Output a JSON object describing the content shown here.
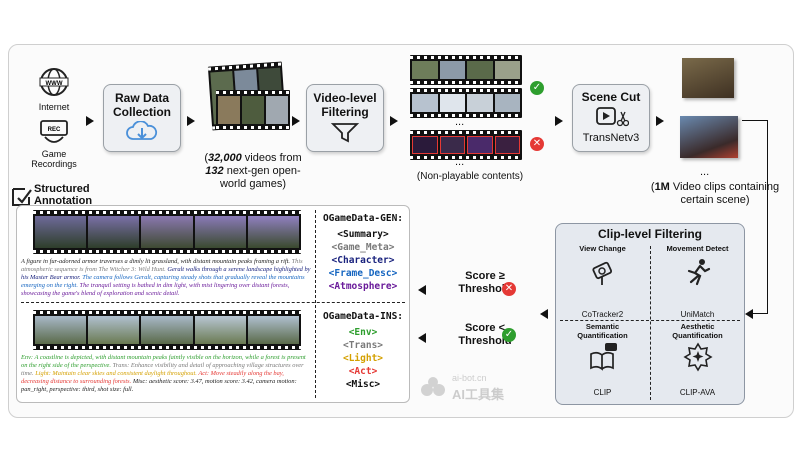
{
  "sources": {
    "internet_label": "Internet",
    "recordings_label": "Game\nRecordings"
  },
  "raw_data": {
    "label": "Raw Data\nCollection"
  },
  "video_stats": {
    "count": "32,000",
    "text_a": " videos from",
    "games": "132",
    "text_b": " next-gen open-\nworld games)"
  },
  "video_filtering": {
    "label": "Video-level\nFiltering"
  },
  "non_playable": "(Non-playable contents)",
  "ellipsis": "...",
  "scene_cut": {
    "label": "Scene Cut",
    "model": "TransNetv3"
  },
  "clip_stats": {
    "count": "1M",
    "text": " Video clips containing\ncertain scene)"
  },
  "structured_annotation": {
    "label": "Structured\nAnnotation"
  },
  "gen": {
    "title": "OGameData-GEN:",
    "tags": [
      "<Summary>",
      "<Game_Meta>",
      "<Character>",
      "<Frame_Desc>",
      "<Atmosphere>"
    ],
    "caption_parts": [
      "A figure in fur-adorned armor traverses a dimly lit grassland, with distant mountain peaks framing a rift.",
      " This atmospheric sequence is from The Witcher 3: Wild Hunt.",
      " Geralt walks through a serene landscape highlighted by his Master Bear armor.",
      " The camera follows Geralt, capturing steady shots that gradually reveal the mountains emerging on the right.",
      " The tranquil setting is bathed in dim light, with mist lingering over distant forests, showcasing the game's blend of exploration and scenic detail."
    ]
  },
  "ins": {
    "title": "OGameData-INS:",
    "tags": [
      "<Env>",
      "<Trans>",
      "<Light>",
      "<Act>",
      "<Misc>"
    ],
    "caption_parts": [
      "Env: A coastline is depicted, with distant mountain peaks faintly visible on the horizon, while a forest is present on the right side of the perspective.",
      " Trans: Enhance visibility and detail of approaching village structures over time.",
      " Light: Maintain clear skies and consistent daylight throughout.",
      " Act: Move steadily along the bay, decreasing distance to surrounding forests.",
      " Misc: aesthetic score: 3.47, motion score: 3.42, camera motion: pan_right, perspective: third, shot size: full."
    ]
  },
  "scores": {
    "high": "Score ≥\nThreshold",
    "low": "Score <\nThreshold"
  },
  "clip_filtering": {
    "title": "Clip-level Filtering",
    "cells": [
      {
        "title": "View Change",
        "model": "CoTracker2"
      },
      {
        "title": "Movement Detect",
        "model": "UniMatch"
      },
      {
        "title": "Semantic\nQuantification",
        "model": "CLIP"
      },
      {
        "title": "Aesthetic\nQuantification",
        "model": "CLIP-AVA"
      }
    ]
  },
  "watermark": {
    "url": "ai-bot.cn",
    "name": "AI工具集"
  },
  "colors": {
    "gen_tags": [
      "#111111",
      "#7a7a7a",
      "#1a237e",
      "#1565c0",
      "#6a1b9a"
    ],
    "ins_tags": [
      "#2e9e2e",
      "#7a7a7a",
      "#d4a000",
      "#e53935",
      "#111111"
    ],
    "gen_caption": [
      "#222222",
      "#7a7a7a",
      "#1a237e",
      "#1565c0",
      "#6a1b9a"
    ],
    "ins_caption": [
      "#2e9e2e",
      "#7a7a7a",
      "#d4a000",
      "#e53935",
      "#222222"
    ],
    "check": "#2e9e2e",
    "cross": "#e53935"
  }
}
